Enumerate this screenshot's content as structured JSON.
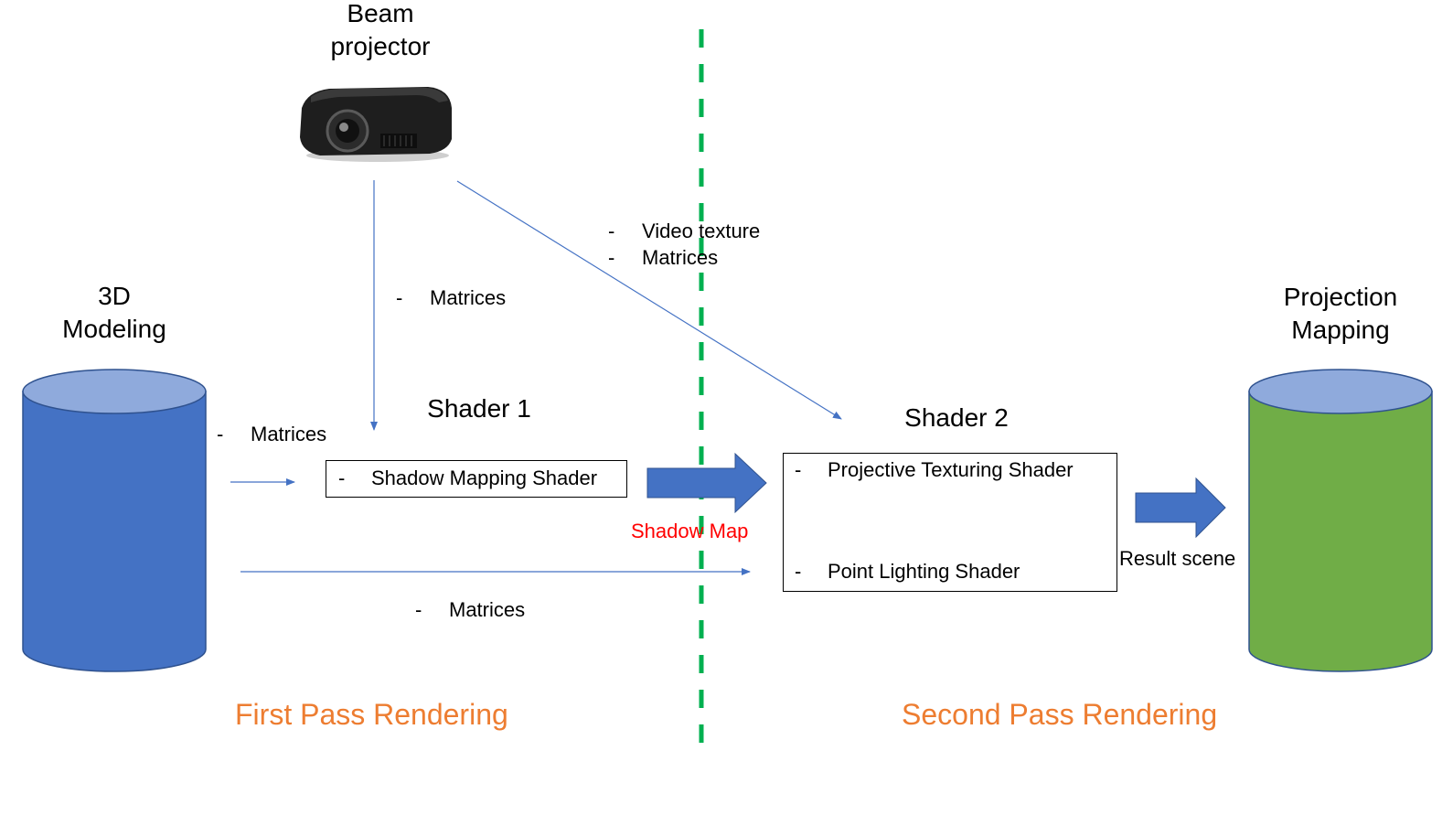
{
  "nodes": {
    "beam_projector": {
      "title_line1": "Beam",
      "title_line2": "projector",
      "icon": "projector-icon"
    },
    "modeling_3d": {
      "title_line1": "3D",
      "title_line2": "Modeling",
      "color": "#4472c4",
      "top_color": "#8faadc"
    },
    "projection_mapping": {
      "title_line1": "Projection",
      "title_line2": "Mapping",
      "color": "#70ad47",
      "top_color": "#8faadc"
    }
  },
  "shader1": {
    "title": "Shader 1",
    "items": [
      "Shadow Mapping Shader"
    ]
  },
  "shader2": {
    "title": "Shader 2",
    "items": [
      "Projective Texturing Shader",
      "Point Lighting Shader"
    ]
  },
  "edges": {
    "projector_to_shader1": {
      "items": [
        "Matrices"
      ]
    },
    "projector_to_shader2": {
      "items": [
        "Video texture",
        "Matrices"
      ]
    },
    "modeling_to_shader1": {
      "items": [
        "Matrices"
      ]
    },
    "modeling_to_shader2": {
      "items": [
        "Matrices"
      ]
    },
    "shader1_to_shader2": {
      "label": "Shadow Map"
    },
    "shader2_to_result": {
      "label": "Result scene"
    }
  },
  "passes": {
    "first": "First Pass Rendering",
    "second": "Second Pass Rendering"
  },
  "bullet": "-",
  "colors": {
    "arrow_line": "#4472c4",
    "block_arrow": "#4472c4",
    "divider": "#00b050",
    "pass_text": "#ed7d31",
    "shadow_map_text": "#ff0000"
  }
}
